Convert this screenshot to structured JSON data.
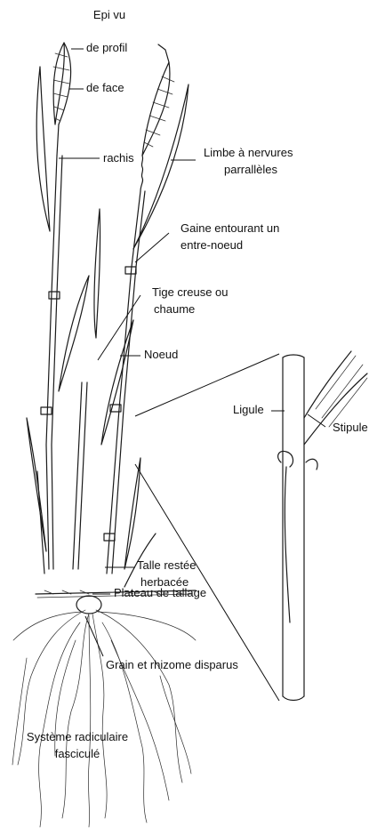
{
  "labels": {
    "epi_vu": "Epi vu",
    "de_profil": "de profil",
    "de_face": "de face",
    "rachis": "rachis",
    "limbe_1": "Limbe à nervures",
    "limbe_2": "parrallèles",
    "gaine_1": "Gaine entourant un",
    "gaine_2": "entre-noeud",
    "tige_1": "Tige creuse ou",
    "tige_2": "chaume",
    "noeud": "Noeud",
    "ligule": "Ligule",
    "stipule": "Stipule",
    "talle_1": "Talle restée",
    "talle_2": "herbacée",
    "plateau": "Plateau de tallage",
    "grain": "Grain et rhizome disparus",
    "systeme_1": "Système radiculaire",
    "systeme_2": "fasciculé"
  }
}
